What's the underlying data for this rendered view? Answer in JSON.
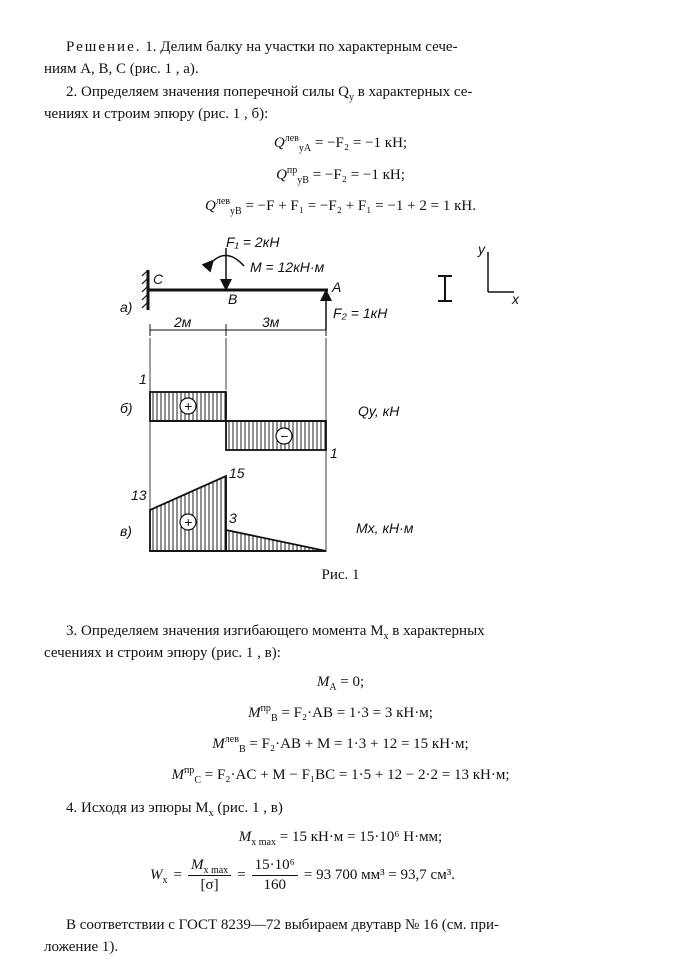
{
  "step1": {
    "lead": "Решение.",
    "line1": "1. Делим балку на участки по характерным сече-",
    "line2": "ниям A, B, C (рис. 1 , a)."
  },
  "step2": {
    "line1": "2. Определяем значения поперечной силы Q",
    "sub": "y",
    "line1b": "в характерных се-",
    "line2": "чениях и строим эпюру (рис. 1 , б):"
  },
  "q_equations": [
    {
      "sym": "Q",
      "sup": "лев",
      "sub": "yA",
      "rhs": "= −F₂ = −1 кН;"
    },
    {
      "sym": "Q",
      "sup": "пр",
      "sub": "yB",
      "rhs": "= −F₂ = −1 кН;"
    },
    {
      "sym": "Q",
      "sup": "лев",
      "sub": "yB",
      "rhs": "= −F + F₁ = −F₂ + F₁ = −1 + 2 = 1 кН."
    }
  ],
  "figure": {
    "labels": {
      "F1": "F₁ = 2кН",
      "M": "M = 12кН·м",
      "C": "C",
      "B": "B",
      "A": "A",
      "a": "a)",
      "b": "б)",
      "v": "в)",
      "F2": "F₂ = 1кН",
      "len1": "2м",
      "len2": "3м",
      "y": "y",
      "x": "x",
      "Qy": "Qy, кН",
      "Mx": "Mx, кН·м",
      "q_left": "1",
      "q_right": "1",
      "m_13": "13",
      "m_15": "15",
      "m_3": "3",
      "plus": "+",
      "minus": "−"
    },
    "caption": "Рис. 1"
  },
  "step3": {
    "line1": "3. Определяем значения изгибающего момента M",
    "sub": "x",
    "line1b": "в характерных",
    "line2": "сечениях и строим эпюру (рис. 1 , в):"
  },
  "m_equations": [
    {
      "sym": "M",
      "sup": "",
      "sub": "A",
      "rhs": "= 0;"
    },
    {
      "sym": "M",
      "sup": "пр",
      "sub": "B",
      "rhs": "= F₂·AB = 1·3 = 3 кН·м;"
    },
    {
      "sym": "M",
      "sup": "лев",
      "sub": "B",
      "rhs": "= F₂·AB + M = 1·3 + 12 = 15 кН·м;"
    },
    {
      "sym": "M",
      "sup": "пр",
      "sub": "C",
      "rhs": "= F₂·AC + M − F₁BC = 1·5 + 12 − 2·2 = 13 кН·м;"
    }
  ],
  "step4": {
    "line1": "4. Исходя из эпюры M",
    "sub": "x",
    "line1b": "(рис. 1 , в)",
    "mmax": "M",
    "mmax_sub": "x max",
    "mmax_rhs": "= 15 кН·м = 15·10⁶ Н·мм;",
    "wx": "W",
    "wx_sub": "x",
    "eq": "=",
    "frac1_num": "M",
    "frac1_num_sub": "x max",
    "frac1_den": "[σ]",
    "frac2_num": "15·10⁶",
    "frac2_den": "160",
    "result": "= 93 700 мм³ = 93,7 см³."
  },
  "conclusion": {
    "line1": "В соответствии с ГОСТ 8239—72 выбираем двутавр № 16 (см. при-",
    "line2": "ложение 1)."
  }
}
